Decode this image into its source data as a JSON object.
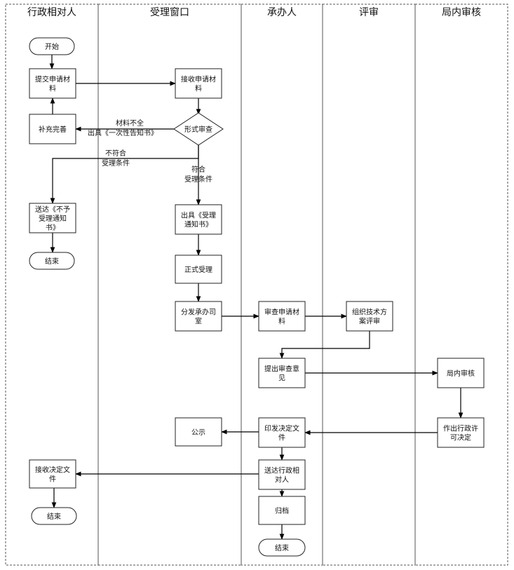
{
  "lanes": [
    {
      "id": "applicant",
      "title": "行政相对人"
    },
    {
      "id": "window",
      "title": "受理窗口"
    },
    {
      "id": "handler",
      "title": "承办人"
    },
    {
      "id": "review",
      "title": "评审"
    },
    {
      "id": "bureau",
      "title": "局内审核"
    }
  ],
  "nodes": [
    {
      "id": "start",
      "shape": "terminal",
      "lines": [
        "开始"
      ]
    },
    {
      "id": "submit",
      "shape": "process",
      "lines": [
        "提交申请材",
        "料"
      ]
    },
    {
      "id": "supplement",
      "shape": "process",
      "lines": [
        "补充完善"
      ]
    },
    {
      "id": "notice_reject",
      "shape": "process",
      "lines": [
        "送达《不予",
        "受理通知",
        "书》"
      ]
    },
    {
      "id": "end1",
      "shape": "terminal",
      "lines": [
        "结束"
      ]
    },
    {
      "id": "receive_decision",
      "shape": "process",
      "lines": [
        "接收决定文",
        "件"
      ]
    },
    {
      "id": "end2",
      "shape": "terminal",
      "lines": [
        "结束"
      ]
    },
    {
      "id": "receive",
      "shape": "process",
      "lines": [
        "接收申请材",
        "料"
      ]
    },
    {
      "id": "formal_check",
      "shape": "decision",
      "lines": [
        "形式审查"
      ]
    },
    {
      "id": "issue_accept",
      "shape": "process",
      "lines": [
        "出具《受理",
        "通知书》"
      ]
    },
    {
      "id": "accept",
      "shape": "process",
      "lines": [
        "正式受理"
      ]
    },
    {
      "id": "distribute",
      "shape": "process",
      "lines": [
        "分发承办司",
        "室"
      ]
    },
    {
      "id": "publicize",
      "shape": "process",
      "lines": [
        "公示"
      ]
    },
    {
      "id": "review_materials",
      "shape": "process",
      "lines": [
        "审查申请材",
        "料"
      ]
    },
    {
      "id": "opinion",
      "shape": "process",
      "lines": [
        "提出审查意",
        "见"
      ]
    },
    {
      "id": "print_decision",
      "shape": "process",
      "lines": [
        "印发决定文",
        "件"
      ]
    },
    {
      "id": "deliver",
      "shape": "process",
      "lines": [
        "送达行政相",
        "对人"
      ]
    },
    {
      "id": "archive",
      "shape": "process",
      "lines": [
        "归档"
      ]
    },
    {
      "id": "end3",
      "shape": "terminal",
      "lines": [
        "结束"
      ]
    },
    {
      "id": "tech_review",
      "shape": "process",
      "lines": [
        "组织技术方",
        "案评审"
      ]
    },
    {
      "id": "internal_review",
      "shape": "process",
      "lines": [
        "局内审核"
      ]
    },
    {
      "id": "make_decision",
      "shape": "process",
      "lines": [
        "作出行政许",
        "可决定"
      ]
    }
  ],
  "edges": [
    {
      "from": "start",
      "to": "submit",
      "label": []
    },
    {
      "from": "submit",
      "to": "receive",
      "label": []
    },
    {
      "from": "receive",
      "to": "formal_check",
      "label": []
    },
    {
      "from": "formal_check",
      "to": "supplement",
      "label": [
        "材料不全",
        "出具《一次性告知书》"
      ]
    },
    {
      "from": "supplement",
      "to": "submit",
      "label": []
    },
    {
      "from": "formal_check",
      "to": "notice_reject",
      "label": [
        "不符合",
        "受理条件"
      ]
    },
    {
      "from": "notice_reject",
      "to": "end1",
      "label": []
    },
    {
      "from": "formal_check",
      "to": "issue_accept",
      "label": [
        "符合",
        "受理条件"
      ]
    },
    {
      "from": "issue_accept",
      "to": "accept",
      "label": []
    },
    {
      "from": "accept",
      "to": "distribute",
      "label": []
    },
    {
      "from": "distribute",
      "to": "review_materials",
      "label": []
    },
    {
      "from": "review_materials",
      "to": "tech_review",
      "label": []
    },
    {
      "from": "tech_review",
      "to": "opinion",
      "label": []
    },
    {
      "from": "opinion",
      "to": "internal_review",
      "label": []
    },
    {
      "from": "internal_review",
      "to": "make_decision",
      "label": []
    },
    {
      "from": "make_decision",
      "to": "print_decision",
      "label": []
    },
    {
      "from": "print_decision",
      "to": "publicize",
      "label": []
    },
    {
      "from": "print_decision",
      "to": "deliver",
      "label": []
    },
    {
      "from": "deliver",
      "to": "receive_decision",
      "label": []
    },
    {
      "from": "receive_decision",
      "to": "end2",
      "label": []
    },
    {
      "from": "deliver",
      "to": "archive",
      "label": []
    },
    {
      "from": "archive",
      "to": "end3",
      "label": []
    }
  ]
}
